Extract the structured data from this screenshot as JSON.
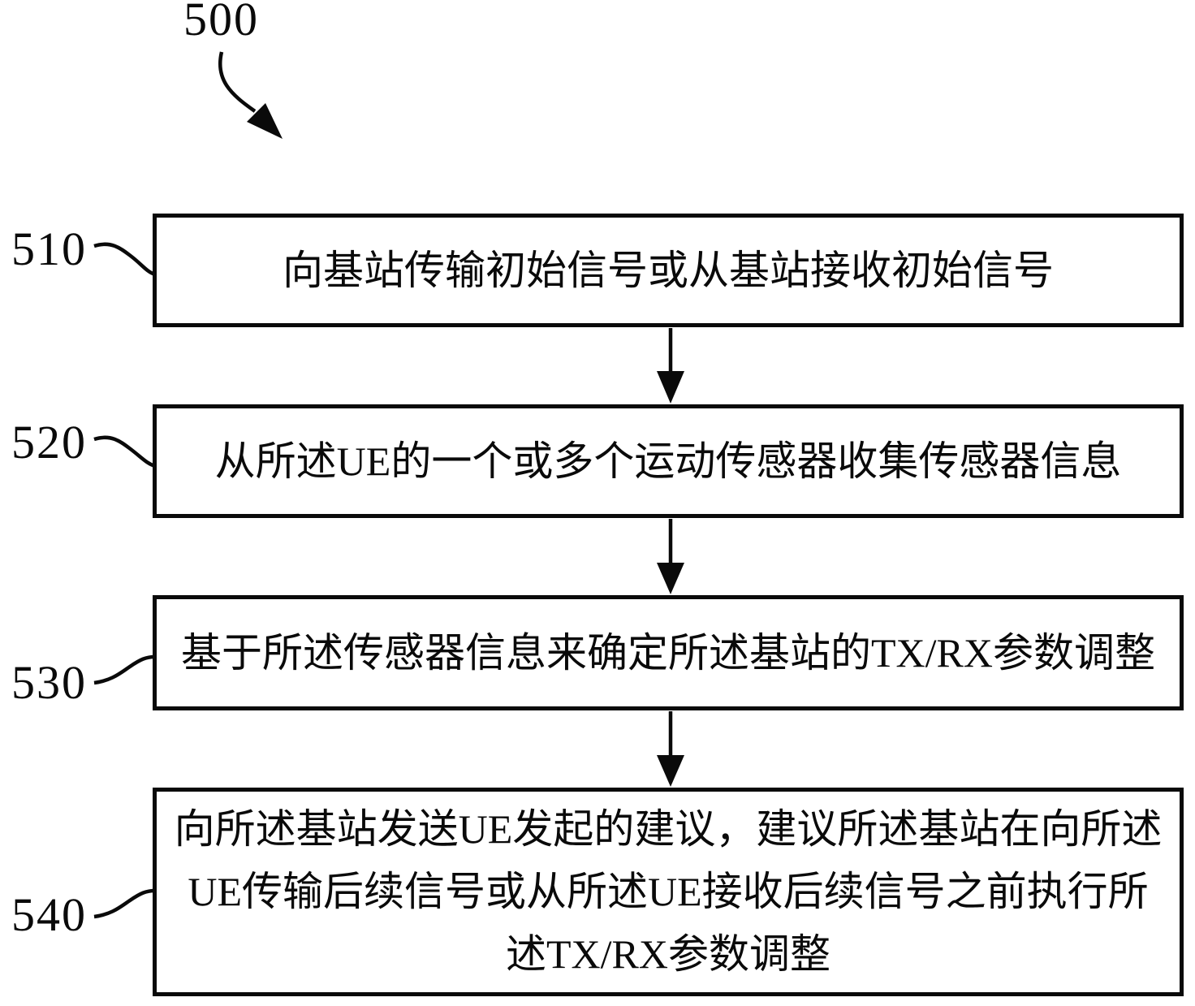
{
  "figure": {
    "reference_number": "500",
    "steps": [
      {
        "label": "510",
        "text": "向基站传输初始信号或从基站接收初始信号"
      },
      {
        "label": "520",
        "text": "从所述UE的一个或多个运动传感器收集传感器信息"
      },
      {
        "label": "530",
        "text": "基于所述传感器信息来确定所述基站的TX/RX参数调整"
      },
      {
        "label": "540",
        "text": "向所述基站发送UE发起的建议，建议所述基站在向所述UE传输后续信号或从所述UE接收后续信号之前执行所述TX/RX参数调整"
      }
    ],
    "colors": {
      "line": "#0a0a0a",
      "background": "#ffffff",
      "text": "#0a0a0a"
    }
  }
}
